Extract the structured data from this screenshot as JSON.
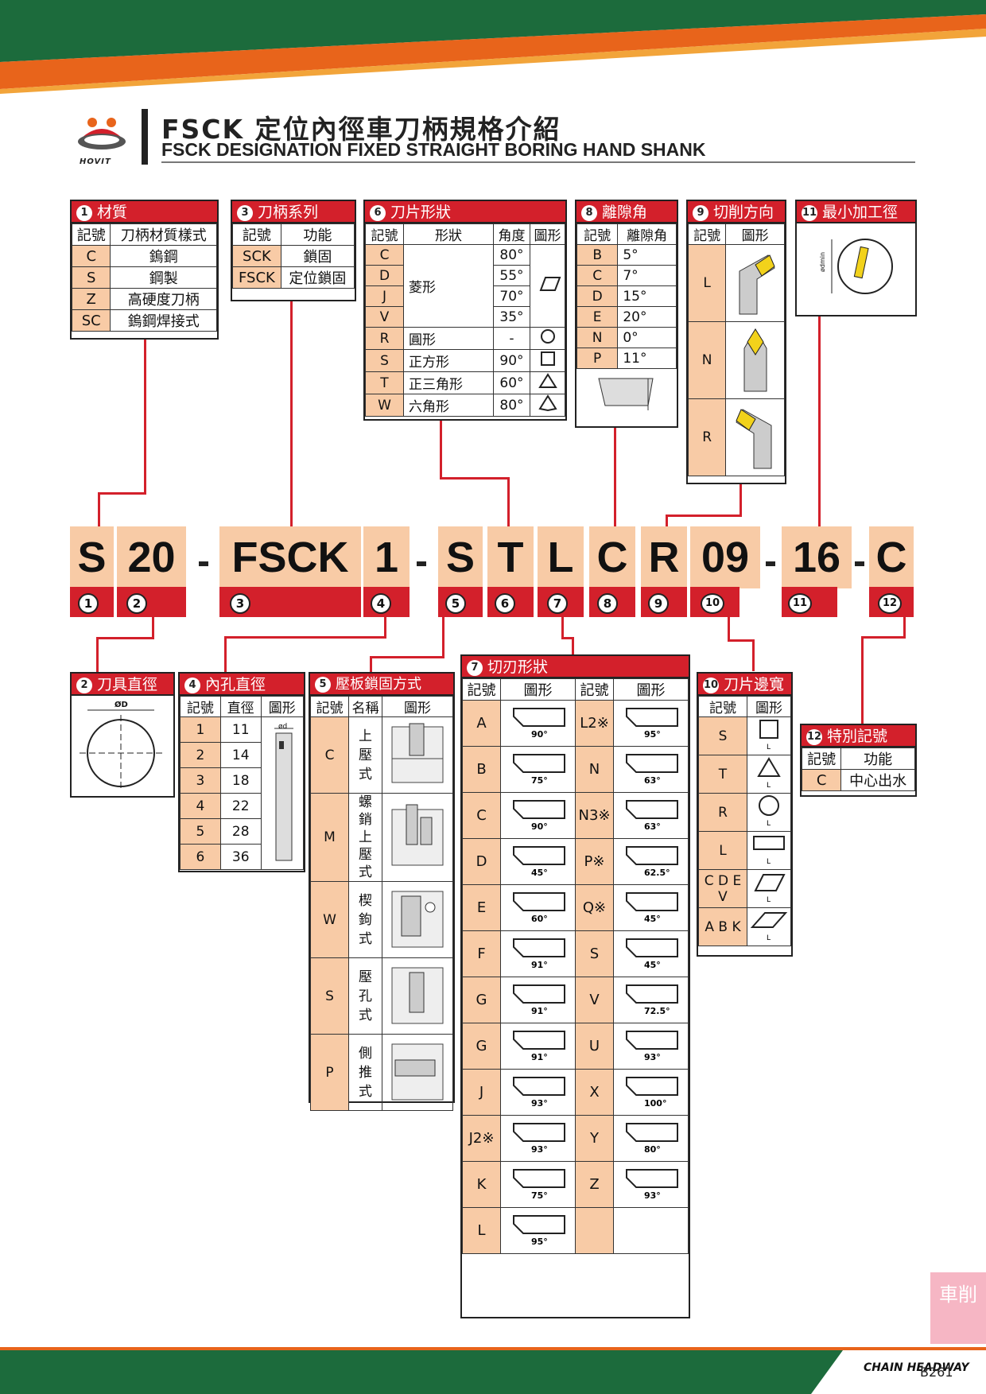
{
  "header": {
    "title_cn": "FSCK 定位內徑車刀柄規格介紹",
    "title_en": "FSCK DESIGNATION FIXED STRAIGHT BORING HAND SHANK",
    "brand": "HOVIT"
  },
  "colors": {
    "red": "#d3202b",
    "peach": "#f8cba6",
    "green": "#1c6b3c",
    "orange": "#e8641b"
  },
  "b1": {
    "num": "1",
    "title": "材質",
    "h": [
      "記號",
      "刀柄材質樣式"
    ],
    "rows": [
      [
        "C",
        "鎢鋼"
      ],
      [
        "S",
        "鋼製"
      ],
      [
        "Z",
        "高硬度刀柄"
      ],
      [
        "SC",
        "鎢鋼焊接式"
      ]
    ]
  },
  "b3": {
    "num": "3",
    "title": "刀柄系列",
    "h": [
      "記號",
      "功能"
    ],
    "rows": [
      [
        "SCK",
        "鎖固"
      ],
      [
        "FSCK",
        "定位鎖固"
      ]
    ]
  },
  "b6": {
    "num": "6",
    "title": "刀片形狀",
    "h": [
      "記號",
      "形狀",
      "角度",
      "圖形"
    ],
    "rhombus": "菱形",
    "codes": [
      "C",
      "D",
      "J",
      "V"
    ],
    "angles": [
      "80°",
      "55°",
      "70°",
      "35°"
    ],
    "rows": [
      [
        "R",
        "圓形",
        "-"
      ],
      [
        "S",
        "正方形",
        "90°"
      ],
      [
        "T",
        "正三角形",
        "60°"
      ],
      [
        "W",
        "六角形",
        "80°"
      ]
    ]
  },
  "b8": {
    "num": "8",
    "title": "離隙角",
    "h": [
      "記號",
      "離隙角"
    ],
    "rows": [
      [
        "B",
        "5°"
      ],
      [
        "C",
        "7°"
      ],
      [
        "D",
        "15°"
      ],
      [
        "E",
        "20°"
      ],
      [
        "N",
        "0°"
      ],
      [
        "P",
        "11°"
      ]
    ]
  },
  "b9": {
    "num": "9",
    "title": "切削方向",
    "h": [
      "記號",
      "圖形"
    ],
    "rows": [
      "L",
      "N",
      "R"
    ]
  },
  "b11": {
    "num": "11",
    "title": "最小加工徑",
    "label": "ødmin"
  },
  "code": {
    "segs": [
      "S",
      "20",
      "FSCK",
      "1",
      "S",
      "T",
      "L",
      "C",
      "R",
      "09",
      "16",
      "C"
    ],
    "nums": [
      "1",
      "2",
      "3",
      "4",
      "5",
      "6",
      "7",
      "8",
      "9",
      "10",
      "11",
      "12"
    ]
  },
  "b2": {
    "num": "2",
    "title": "刀具直徑",
    "label": "ØD"
  },
  "b4": {
    "num": "4",
    "title": "內孔直徑",
    "h": [
      "記號",
      "直徑",
      "圖形"
    ],
    "rows": [
      [
        "1",
        "11"
      ],
      [
        "2",
        "14"
      ],
      [
        "3",
        "18"
      ],
      [
        "4",
        "22"
      ],
      [
        "5",
        "28"
      ],
      [
        "6",
        "36"
      ]
    ],
    "label": "ød"
  },
  "b5": {
    "num": "5",
    "title": "壓板鎖固方式",
    "h": [
      "記號",
      "名稱",
      "圖形"
    ],
    "rows": [
      [
        "C",
        "上壓式"
      ],
      [
        "M",
        "螺銷上壓式"
      ],
      [
        "W",
        "楔鉤式"
      ],
      [
        "S",
        "壓孔式"
      ],
      [
        "P",
        "側推式"
      ]
    ]
  },
  "b7": {
    "num": "7",
    "title": "切刃形狀",
    "h": [
      "記號",
      "圖形",
      "記號",
      "圖形"
    ],
    "rows": [
      [
        "A",
        "90°",
        "L2※",
        "95°"
      ],
      [
        "B",
        "75°",
        "N",
        "63°"
      ],
      [
        "C",
        "90°",
        "N3※",
        "63°"
      ],
      [
        "D",
        "45°",
        "P※",
        "62.5°"
      ],
      [
        "E",
        "60°",
        "Q※",
        "45°"
      ],
      [
        "F",
        "91°",
        "S",
        "45°"
      ],
      [
        "G",
        "91°",
        "V",
        "72.5°"
      ],
      [
        "G",
        "91°",
        "U",
        "93°"
      ],
      [
        "J",
        "93°",
        "X",
        "100°"
      ],
      [
        "J2※",
        "93°",
        "Y",
        "80°"
      ],
      [
        "K",
        "75°",
        "Z",
        "93°"
      ],
      [
        "L",
        "95°",
        "",
        ""
      ]
    ]
  },
  "b10": {
    "num": "10",
    "title": "刀片邊寬",
    "h": [
      "記號",
      "圖形"
    ],
    "rows": [
      "S",
      "T",
      "R",
      "L",
      "C D E V",
      "A B K"
    ],
    "label": "L"
  },
  "b12": {
    "num": "12",
    "title": "特別記號",
    "h": [
      "記號",
      "功能"
    ],
    "rows": [
      [
        "C",
        "中心出水"
      ]
    ]
  },
  "footer": {
    "side": "車削",
    "page": "B261",
    "logo": "CHAIN HEADWAY"
  }
}
